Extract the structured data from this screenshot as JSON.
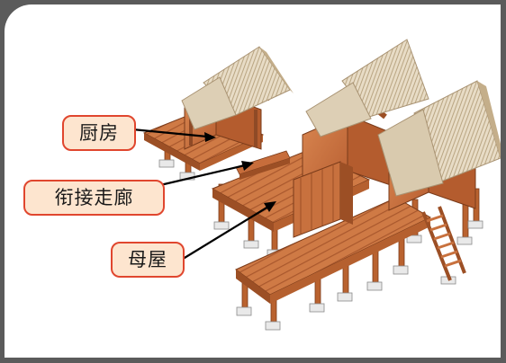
{
  "labels": {
    "kitchen": "厨房",
    "corridor": "衔接走廊",
    "main_house": "母屋"
  },
  "colors": {
    "label_fill": "#fde5cf",
    "label_border": "#e0462e",
    "wood": "#c9703f",
    "wood_dark": "#8f4a26",
    "thatch": "#e3d6bf",
    "frame": "#5b5b5b"
  },
  "icons": [
    "arrow-kitchen",
    "arrow-corridor",
    "arrow-main-house"
  ]
}
